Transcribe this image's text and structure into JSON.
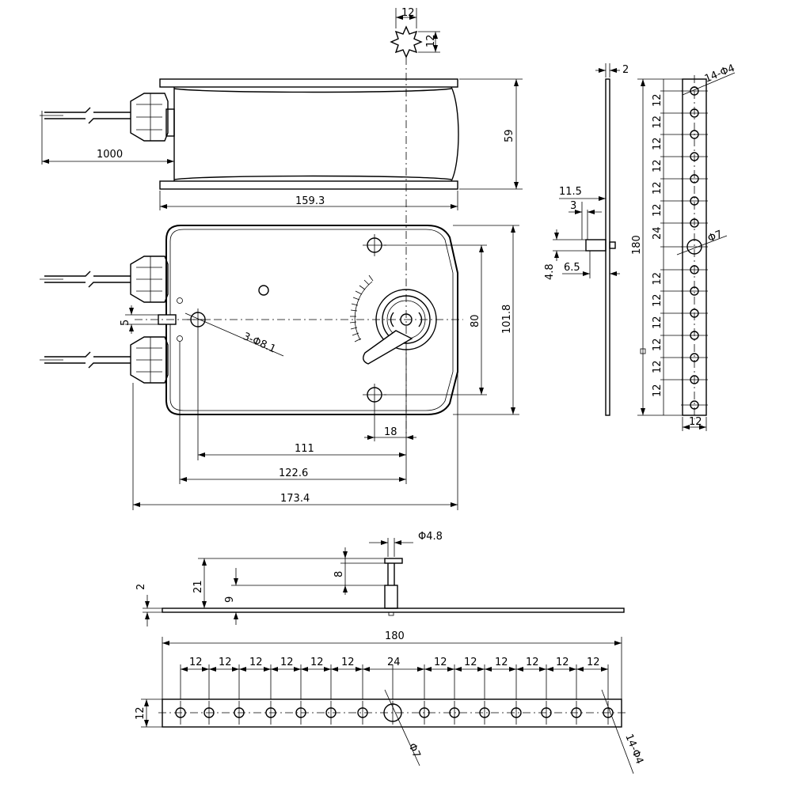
{
  "labels": {
    "star_w": "12",
    "star_h": "12",
    "cable_len": "1000",
    "side_height": "59",
    "side_width": "159.3",
    "body_height": "101.8",
    "hole_spacing": "80",
    "slot_width": "5",
    "fixing_holes": "3-Φ8.1",
    "hub_offset": "18",
    "d111": "111",
    "d1226": "122.6",
    "d1734": "173.4",
    "strip_thick": "2",
    "d115": "11.5",
    "d3": "3",
    "d48": "4.8",
    "d65": "6.5",
    "strip_len": "180",
    "hole_small": "14-Φ4",
    "hole_big": "Φ7",
    "pitch": "12",
    "pitch_center": "24",
    "strip_width": "12",
    "pin_dia": "Φ4.8",
    "d21": "21",
    "d9": "9",
    "d8": "8",
    "d2": "2"
  }
}
